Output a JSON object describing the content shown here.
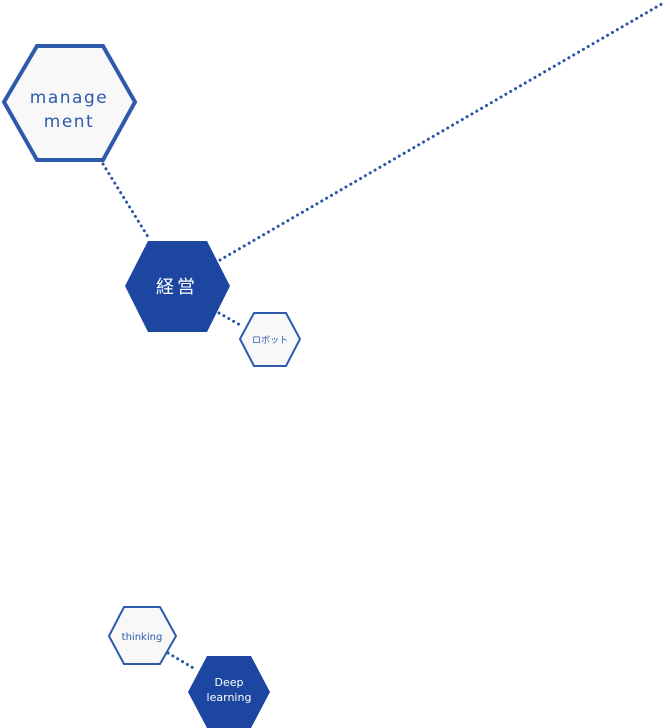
{
  "nodes": {
    "management": {
      "line1": "manage",
      "line2": "ment"
    },
    "keiei": {
      "label": "経営"
    },
    "robot": {
      "label": "ロボット"
    },
    "thinking": {
      "label": "thinking"
    },
    "deep_learning": {
      "line1": "Deep",
      "line2": "learning"
    }
  },
  "colors": {
    "primary": "#1c46a0",
    "outline": "#2e5aac",
    "hex_fill_light": "#f8f8f8",
    "connector": "#2a55a5"
  }
}
